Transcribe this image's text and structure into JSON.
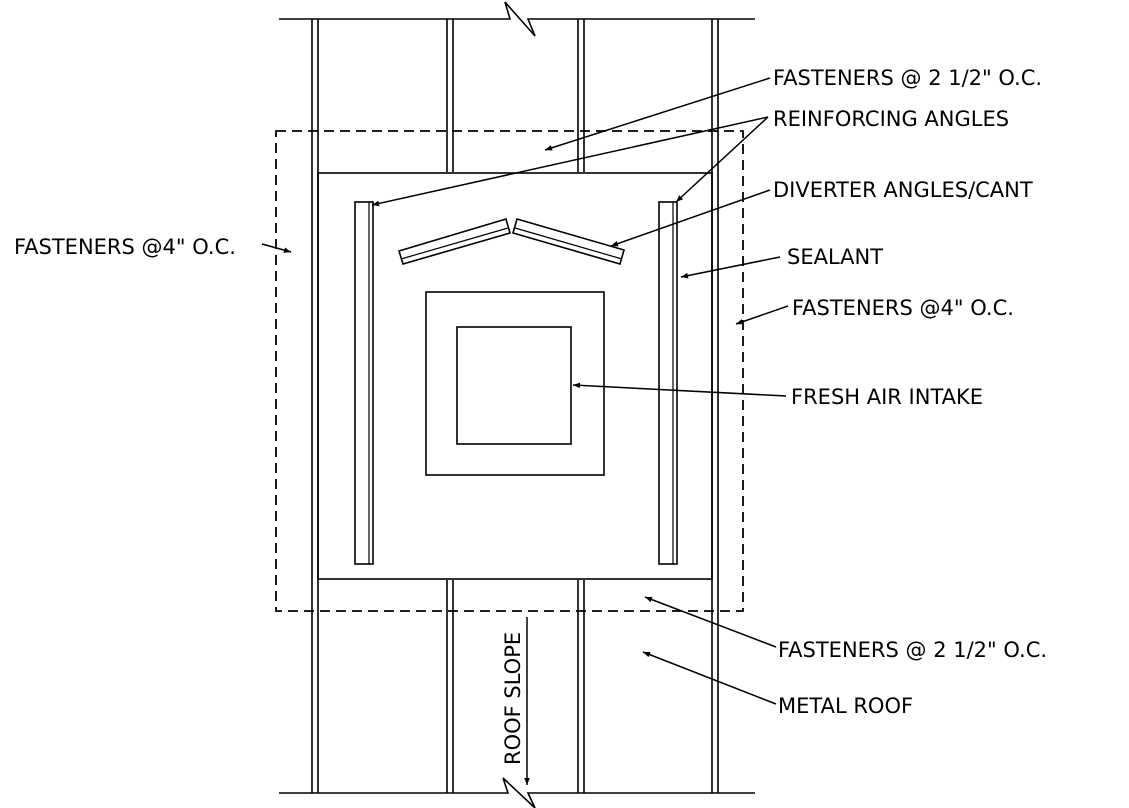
{
  "labels": {
    "fasteners_top": "FASTENERS @ 2 1/2\" O.C.",
    "reinforcing_angles": "REINFORCING ANGLES",
    "diverter": "DIVERTER ANGLES/CANT",
    "fasteners_left": "FASTENERS @4\" O.C.",
    "sealant": "SEALANT",
    "fasteners_right": "FASTENERS @4\" O.C.",
    "fresh_air": "FRESH AIR INTAKE",
    "fasteners_bottom": "FASTENERS @ 2 1/2\" O.C.",
    "metal_roof": "METAL ROOF",
    "roof_slope": "ROOF SLOPE"
  }
}
